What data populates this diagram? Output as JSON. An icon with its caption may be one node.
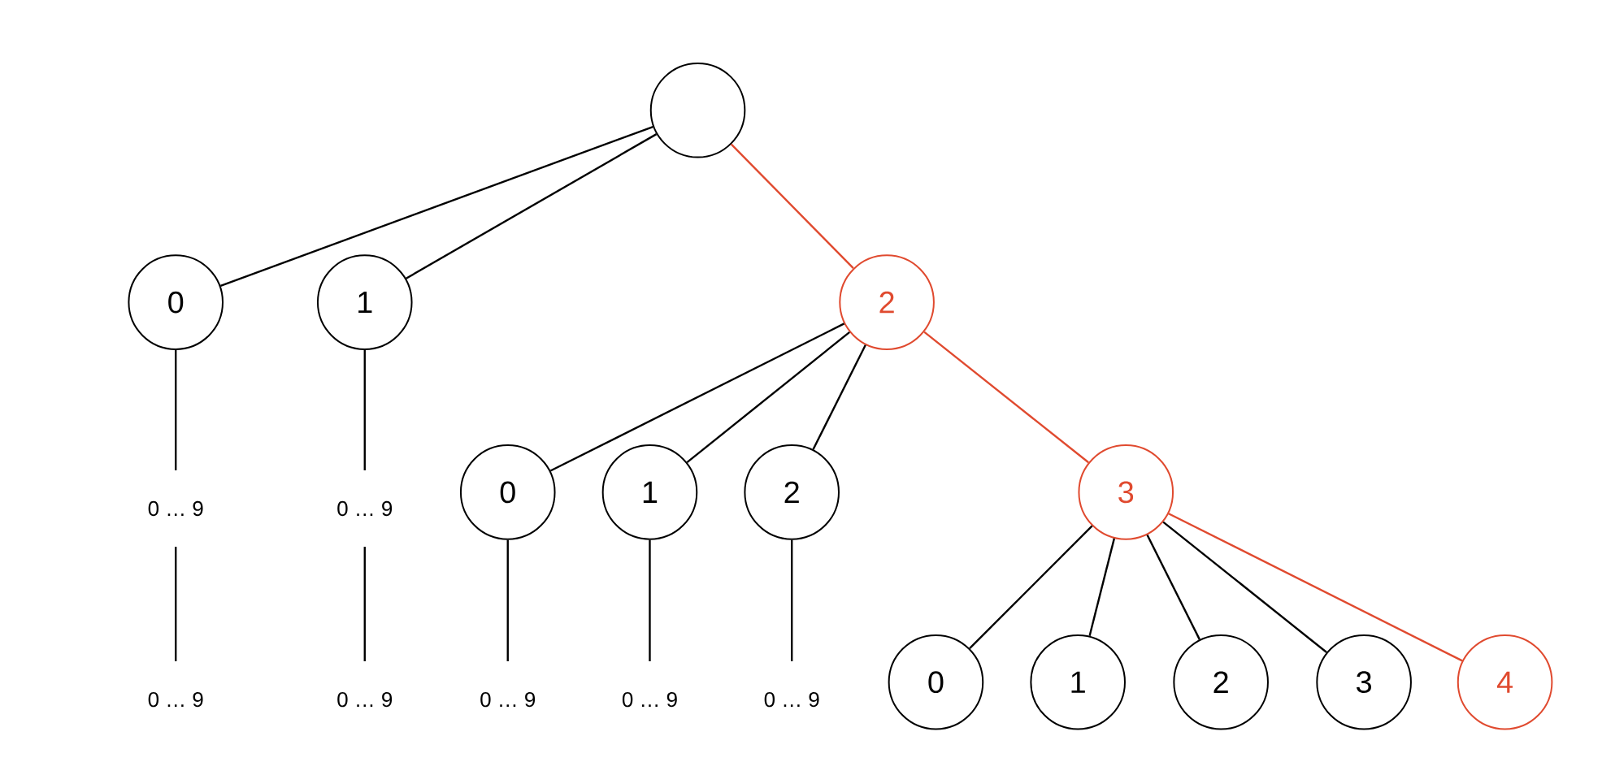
{
  "diagram": {
    "nodes": [
      {
        "text": [],
        "shape": "circle"
      },
      {
        "text": [
          "0"
        ]
      },
      {
        "text": [
          "1"
        ]
      },
      {
        "text": [
          "2"
        ]
      },
      {
        "text": [
          "0 … 9"
        ]
      },
      {
        "text": [
          "0 … 9"
        ]
      },
      {
        "text": [
          "0"
        ]
      },
      {
        "text": [
          "1"
        ]
      },
      {
        "text": [
          "2"
        ]
      },
      {
        "text": [
          "3"
        ]
      },
      {
        "text": [
          "0 … 9"
        ]
      },
      {
        "text": [
          "0 … 9"
        ]
      },
      {
        "text": [
          "0 … 9"
        ]
      },
      {
        "text": [
          "0 … 9"
        ]
      },
      {
        "text": [
          "0 … 9"
        ]
      },
      {
        "text": [
          "0"
        ]
      },
      {
        "text": [
          "1"
        ]
      },
      {
        "text": [
          "2"
        ]
      },
      {
        "text": [
          "3"
        ]
      },
      {
        "text": [
          "4"
        ]
      }
    ],
    "edges": [
      {
        "from": 0,
        "to": 1,
        "arrow": "none"
      },
      {
        "from": 0,
        "to": 2,
        "arrow": "none"
      },
      {
        "from": 0,
        "to": 3,
        "arrow": "none",
        "color": "#e04a2f"
      },
      {
        "from": 1,
        "to": 4,
        "arrow": "none"
      },
      {
        "from": 4,
        "to": 10,
        "arrow": "none"
      },
      {
        "from": 2,
        "to": 5,
        "arrow": "none"
      },
      {
        "from": 5,
        "to": 11,
        "arrow": "none"
      },
      {
        "from": 3,
        "to": 6,
        "arrow": "none"
      },
      {
        "from": 3,
        "to": 7,
        "arrow": "none"
      },
      {
        "from": 3,
        "to": 8,
        "arrow": "none"
      },
      {
        "from": 3,
        "to": 9,
        "arrow": "none",
        "color": "#e04a2f"
      },
      {
        "from": 6,
        "to": 12,
        "arrow": "none"
      },
      {
        "from": 7,
        "to": 13,
        "arrow": "none"
      },
      {
        "from": 8,
        "to": 14,
        "arrow": "none"
      },
      {
        "from": 9,
        "to": 15,
        "arrow": "none"
      },
      {
        "from": 9,
        "to": 16,
        "arrow": "none"
      },
      {
        "from": 9,
        "to": 17,
        "arrow": "none"
      },
      {
        "from": 9,
        "to": 18,
        "arrow": "none"
      },
      {
        "from": 9,
        "to": 19,
        "arrow": "none",
        "color": "#e04a2f"
      }
    ]
  }
}
